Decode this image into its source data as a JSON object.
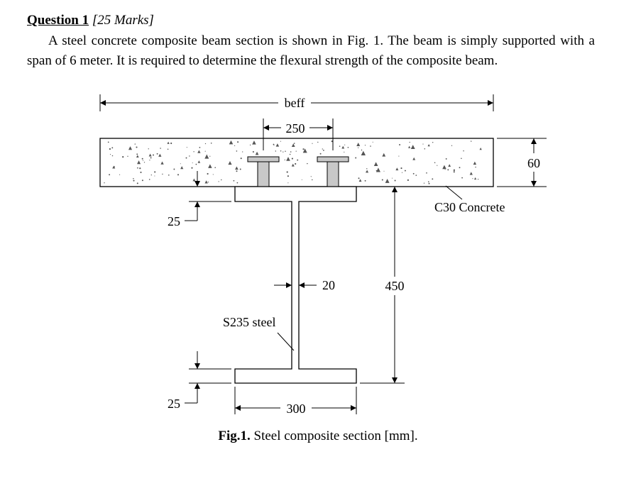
{
  "question": {
    "label": "Question 1",
    "marks": "[25 Marks]"
  },
  "paragraph": "A steel concrete composite beam section is shown in Fig. 1. The beam is simply supported with a span of 6 meter. It is required to determine the flexural strength of the composite beam.",
  "figure": {
    "beff_label": "beff",
    "stud_spacing": "250",
    "slab_depth": "60",
    "concrete_label": "C30 Concrete",
    "top_flange_thickness": "25",
    "bottom_flange_thickness": "25",
    "web_thickness": "20",
    "section_depth": "450",
    "steel_label": "S235 steel",
    "flange_width": "300"
  },
  "caption": {
    "number": "Fig.1.",
    "text": "Steel composite section [mm]."
  },
  "colors": {
    "stud_fill": "#c8c8c8",
    "line": "#000000",
    "aggregate": "#555555"
  }
}
